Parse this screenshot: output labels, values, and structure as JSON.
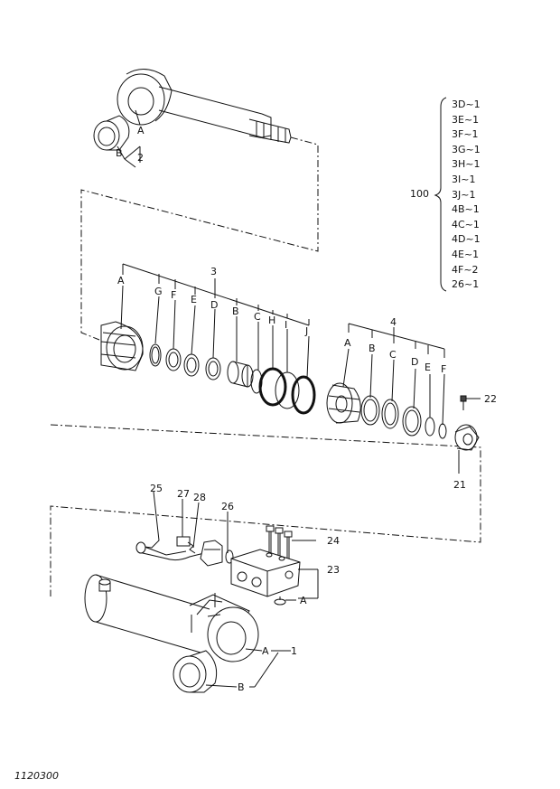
{
  "kit": {
    "label": "100",
    "items": [
      "3D~1",
      "3E~1",
      "3F~1",
      "3G~1",
      "3H~1",
      "3I~1",
      "3J~1",
      "4B~1",
      "4C~1",
      "4D~1",
      "4E~1",
      "4F~2",
      "26~1"
    ]
  },
  "callouts": {
    "rod_A": "A",
    "rod_B": "B",
    "rod_2": "2",
    "g3": "3",
    "g3_A": "A",
    "g3_G": "G",
    "g3_F": "F",
    "g3_E": "E",
    "g3_D": "D",
    "g3_B": "B",
    "g3_C": "C",
    "g3_H": "H",
    "g3_I": "I",
    "g3_J": "J",
    "g4": "4",
    "g4_A": "A",
    "g4_B": "B",
    "g4_C": "C",
    "g4_D": "D",
    "g4_E": "E",
    "g4_F": "F",
    "p22": "22",
    "p21": "21",
    "p25": "25",
    "p27": "27",
    "p28": "28",
    "p26": "26",
    "p24": "24",
    "p23": "23",
    "p23_A": "A",
    "p1": "1",
    "p1_A": "A",
    "p1_B": "B"
  },
  "footer": {
    "code": "1120300"
  }
}
